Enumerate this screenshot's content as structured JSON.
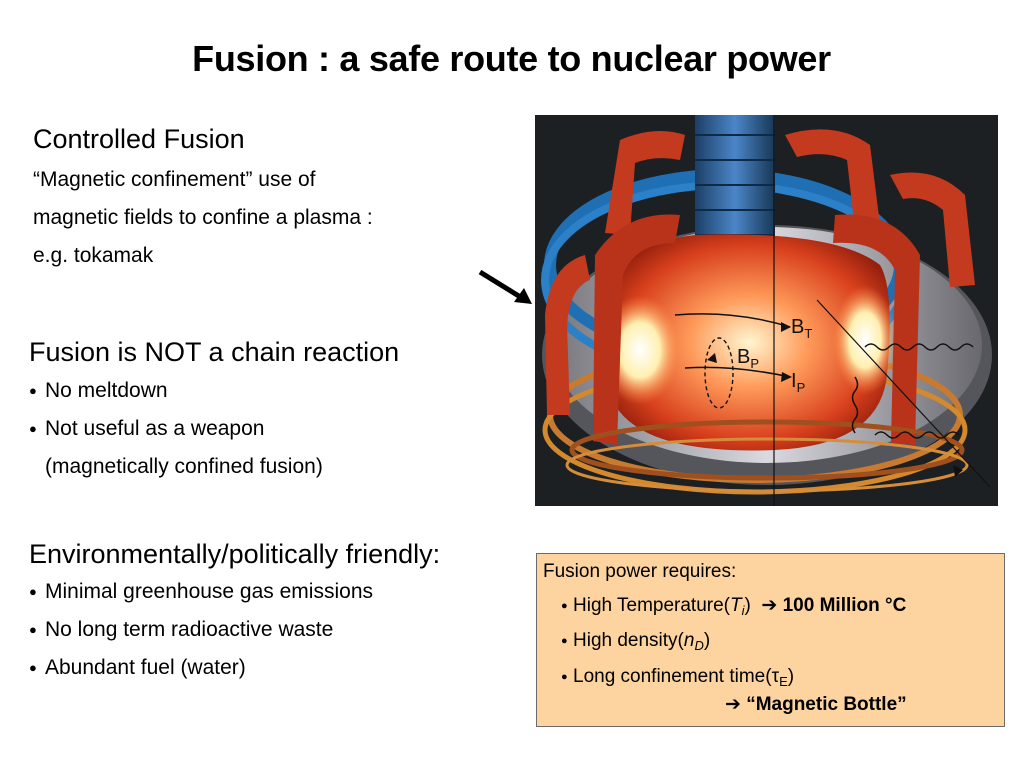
{
  "title": "Fusion : a safe route to nuclear power",
  "controlled": {
    "heading": "Controlled Fusion",
    "lines": [
      "“Magnetic confinement” use of",
      "magnetic fields to confine a plasma :",
      "e.g. tokamak"
    ]
  },
  "chain": {
    "heading": "Fusion is NOT a chain reaction",
    "bullets": [
      "No meltdown",
      "Not useful as a weapon"
    ],
    "continuation": "(magnetically confined fusion)"
  },
  "environment": {
    "heading": "Environmentally/politically friendly:",
    "bullets": [
      "Minimal greenhouse gas emissions",
      "No long term radioactive waste",
      "Abundant fuel (water)"
    ]
  },
  "figure": {
    "labels": {
      "bt": "B",
      "bt_sub": "T",
      "bp": "B",
      "bp_sub": "P",
      "ip": "I",
      "ip_sub": "P"
    }
  },
  "requirements": {
    "heading": "Fusion power requires:",
    "temp_label": "High Temperature(",
    "temp_var": "T",
    "temp_sub": "i",
    "temp_close": ")",
    "temp_value": "100 Million °C",
    "density_label": "High density(",
    "density_var": "n",
    "density_sub": "D",
    "density_close": ")",
    "conf_label": "Long confinement time(",
    "conf_var": "τ",
    "conf_sub": "E",
    "conf_close": ")",
    "bottle": "“Magnetic Bottle”"
  },
  "colors": {
    "box_fill": "#fdd3a0",
    "coil_red": "#c43a1e",
    "coil_blue": "#1f6fb5",
    "plasma_glow": "#fff4c8"
  }
}
